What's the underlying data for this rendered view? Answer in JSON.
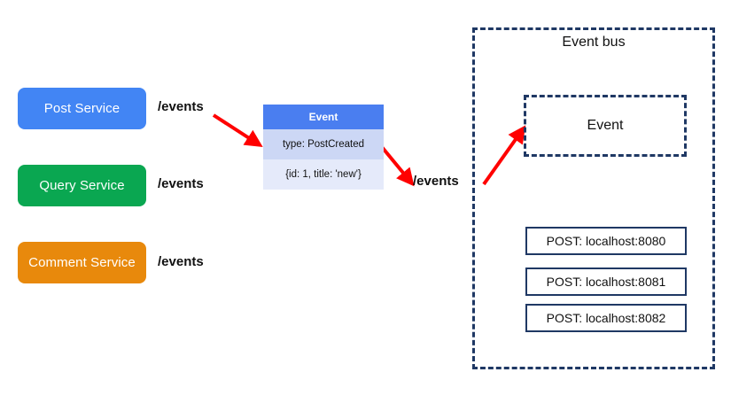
{
  "diagram": {
    "services": [
      {
        "label": "Post Service",
        "color": "#4285f4",
        "route": "/events"
      },
      {
        "label": "Query Service",
        "color": "#0aa751",
        "route": "/events"
      },
      {
        "label": "Comment Service",
        "color": "#e8890c",
        "route": "/events"
      }
    ],
    "event_table": {
      "header": "Event",
      "rows": [
        "type: PostCreated",
        "{id: 1, title: 'new'}"
      ],
      "row_colors": [
        "#ccd7f5",
        "#e5eafa"
      ],
      "header_color": "#4a7ef0"
    },
    "mid_route_label": "/events",
    "event_bus": {
      "title": "Event bus",
      "inner_box_label": "Event",
      "border_color": "#1f3864",
      "endpoints": [
        "POST: localhost:8080",
        "POST: localhost:8081",
        "POST: localhost:8082"
      ]
    },
    "arrow_color": "#ff0000"
  }
}
